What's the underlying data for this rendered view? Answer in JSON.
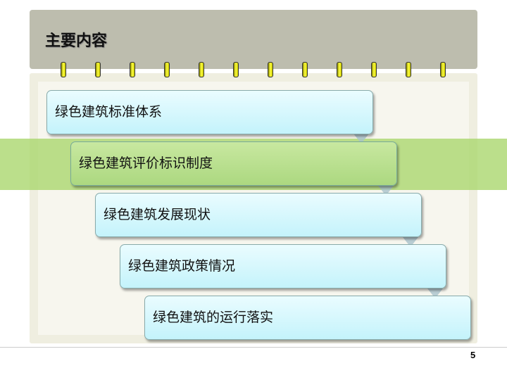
{
  "header": {
    "title": "主要内容"
  },
  "items": [
    {
      "label": "绿色建筑标准体系"
    },
    {
      "label": "绿色建筑评价标识制度"
    },
    {
      "label": "绿色建筑发展现状"
    },
    {
      "label": "绿色建筑政策情况"
    },
    {
      "label": "绿色建筑的运行落实"
    }
  ],
  "selected_index": 1,
  "page_number": "5",
  "colors": {
    "header": "#bdbdae",
    "highlight": "#aad76e",
    "box": "#c4f3fb"
  }
}
